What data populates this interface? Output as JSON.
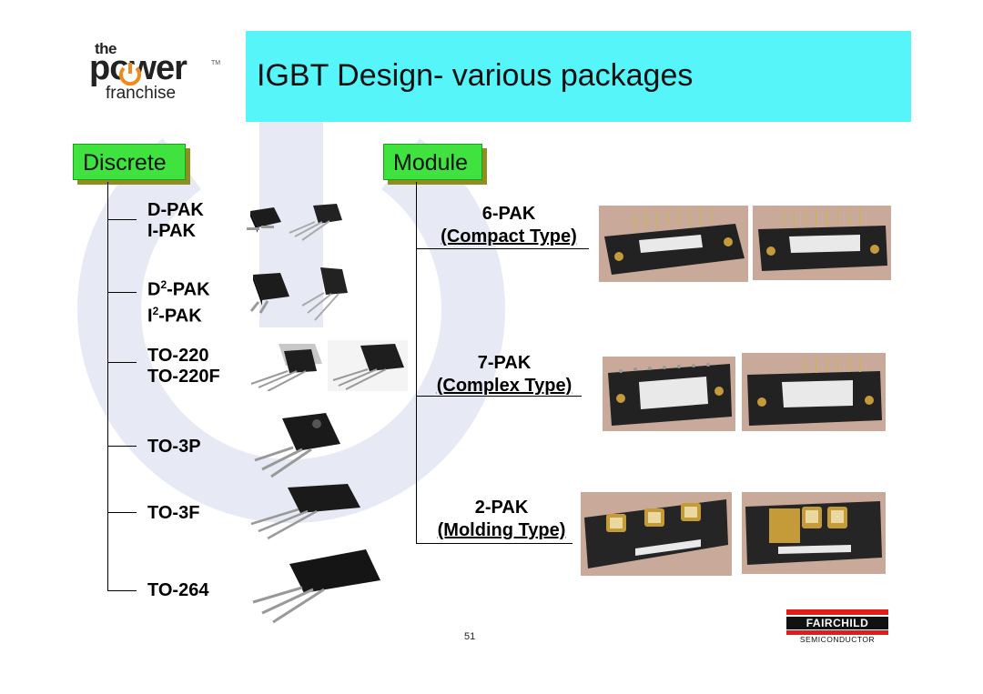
{
  "logo": {
    "the": "the",
    "power": "power",
    "franchise": "franchise",
    "tm": "TM"
  },
  "title": "IGBT Design- various packages",
  "discrete": {
    "label": "Discrete",
    "packages": [
      {
        "line1": "D-PAK",
        "line2": "I-PAK"
      },
      {
        "line1_pre": "D",
        "line1_sup": "2",
        "line1_post": "-PAK",
        "line2_pre": "I",
        "line2_sup": "2",
        "line2_post": "-PAK"
      },
      {
        "line1": "TO-220",
        "line2": "TO-220F"
      },
      {
        "line1": "TO-3P"
      },
      {
        "line1": "TO-3F"
      },
      {
        "line1": "TO-264"
      }
    ]
  },
  "module": {
    "label": "Module",
    "packages": [
      {
        "name": "6-PAK",
        "type": "(Compact Type)"
      },
      {
        "name": "7-PAK",
        "type": "(Complex Type)"
      },
      {
        "name": "2-PAK",
        "type": "(Molding Type)"
      }
    ]
  },
  "page_number": "51",
  "brand": {
    "name": "FAIRCHILD",
    "sub": "SEMICONDUCTOR"
  }
}
